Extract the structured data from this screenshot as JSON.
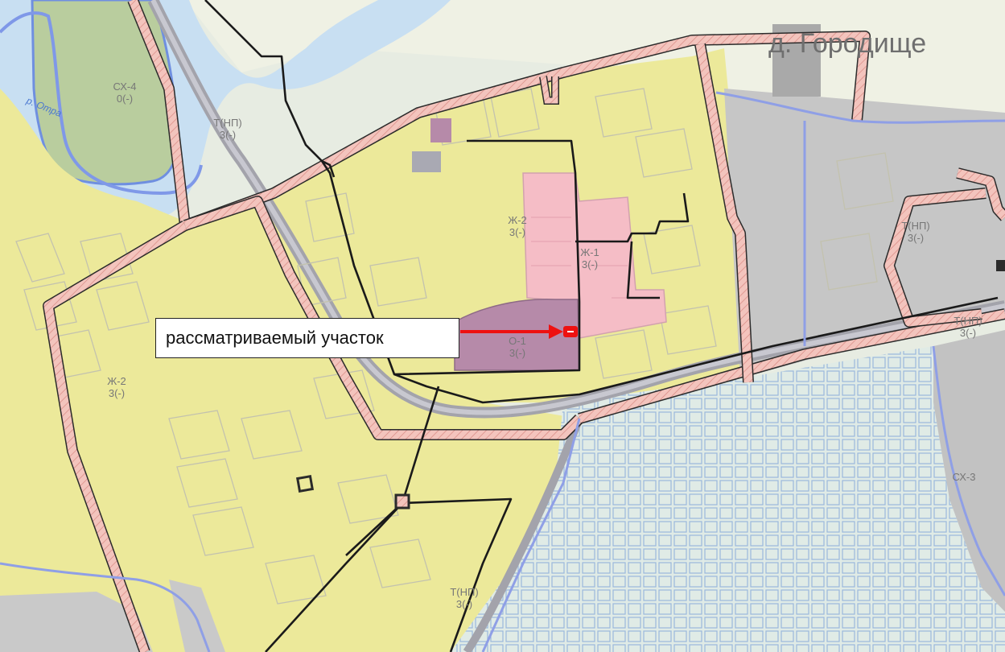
{
  "map": {
    "settlement_label": "д. Городище",
    "river_label": "р. Отра",
    "callout_label": "рассматриваемый участок",
    "colors": {
      "residential_zone": "#eeeb9a",
      "agricultural_zone": "#e3e9df",
      "forest_zone": "#b8cc9c",
      "grey_zone": "#c9c9c9",
      "public_zone": "#a9a9b0",
      "pink_zone": "#f6bfc8",
      "purple_zone": "#b58aa8",
      "water": "#c5def3",
      "road_casing": "#a0a0a8",
      "boundary_hatch": "#f0b6b0",
      "boundary_edge": "#2a2a2a",
      "plot_lines": "#c6c6b2",
      "highlight": "#ee1111"
    },
    "zones": [
      {
        "code": "СХ-4",
        "sub": "0(-)"
      },
      {
        "code": "Т(НП)",
        "sub": "3(-)"
      },
      {
        "code": "Ж-2",
        "sub": "3(-)"
      },
      {
        "code": "Ж-1",
        "sub": "3(-)"
      },
      {
        "code": "О-1",
        "sub": "3(-)"
      },
      {
        "code": "Т(НП)",
        "sub": "3(-)"
      },
      {
        "code": "Т(НП)",
        "sub": "3(-)"
      },
      {
        "code": "Ж-2",
        "sub": "3(-)"
      },
      {
        "code": "Т(НП)",
        "sub": "3(-)"
      },
      {
        "code": "СХ-3",
        "sub": ""
      }
    ]
  }
}
